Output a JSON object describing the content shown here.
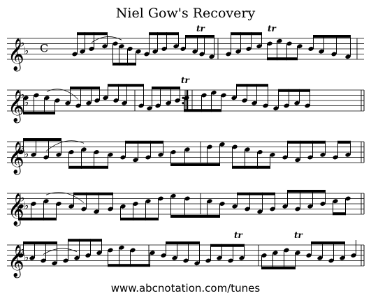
{
  "title": "Niel Gow's Recovery",
  "footer": "www.abcnotation.com/tunes",
  "score": {
    "clef": "treble-clef",
    "key_signature": "B-flat major (two flats)",
    "time_signature": "C",
    "ornament_label": "tr",
    "system_count": 5
  }
}
